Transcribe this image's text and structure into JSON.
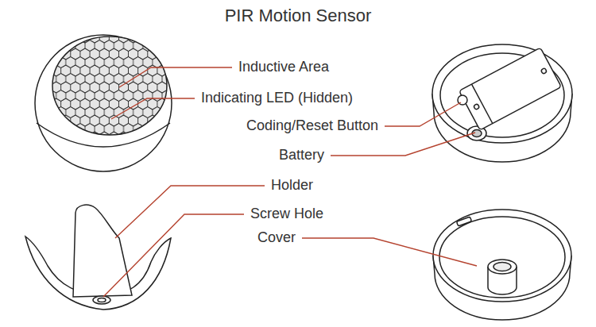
{
  "diagram": {
    "title": "PIR Motion Sensor",
    "labels": [
      "Inductive Area",
      "Indicating LED (Hidden)",
      "Coding/Reset Button",
      "Battery",
      "Holder",
      "Screw Hole",
      "Cover"
    ]
  }
}
